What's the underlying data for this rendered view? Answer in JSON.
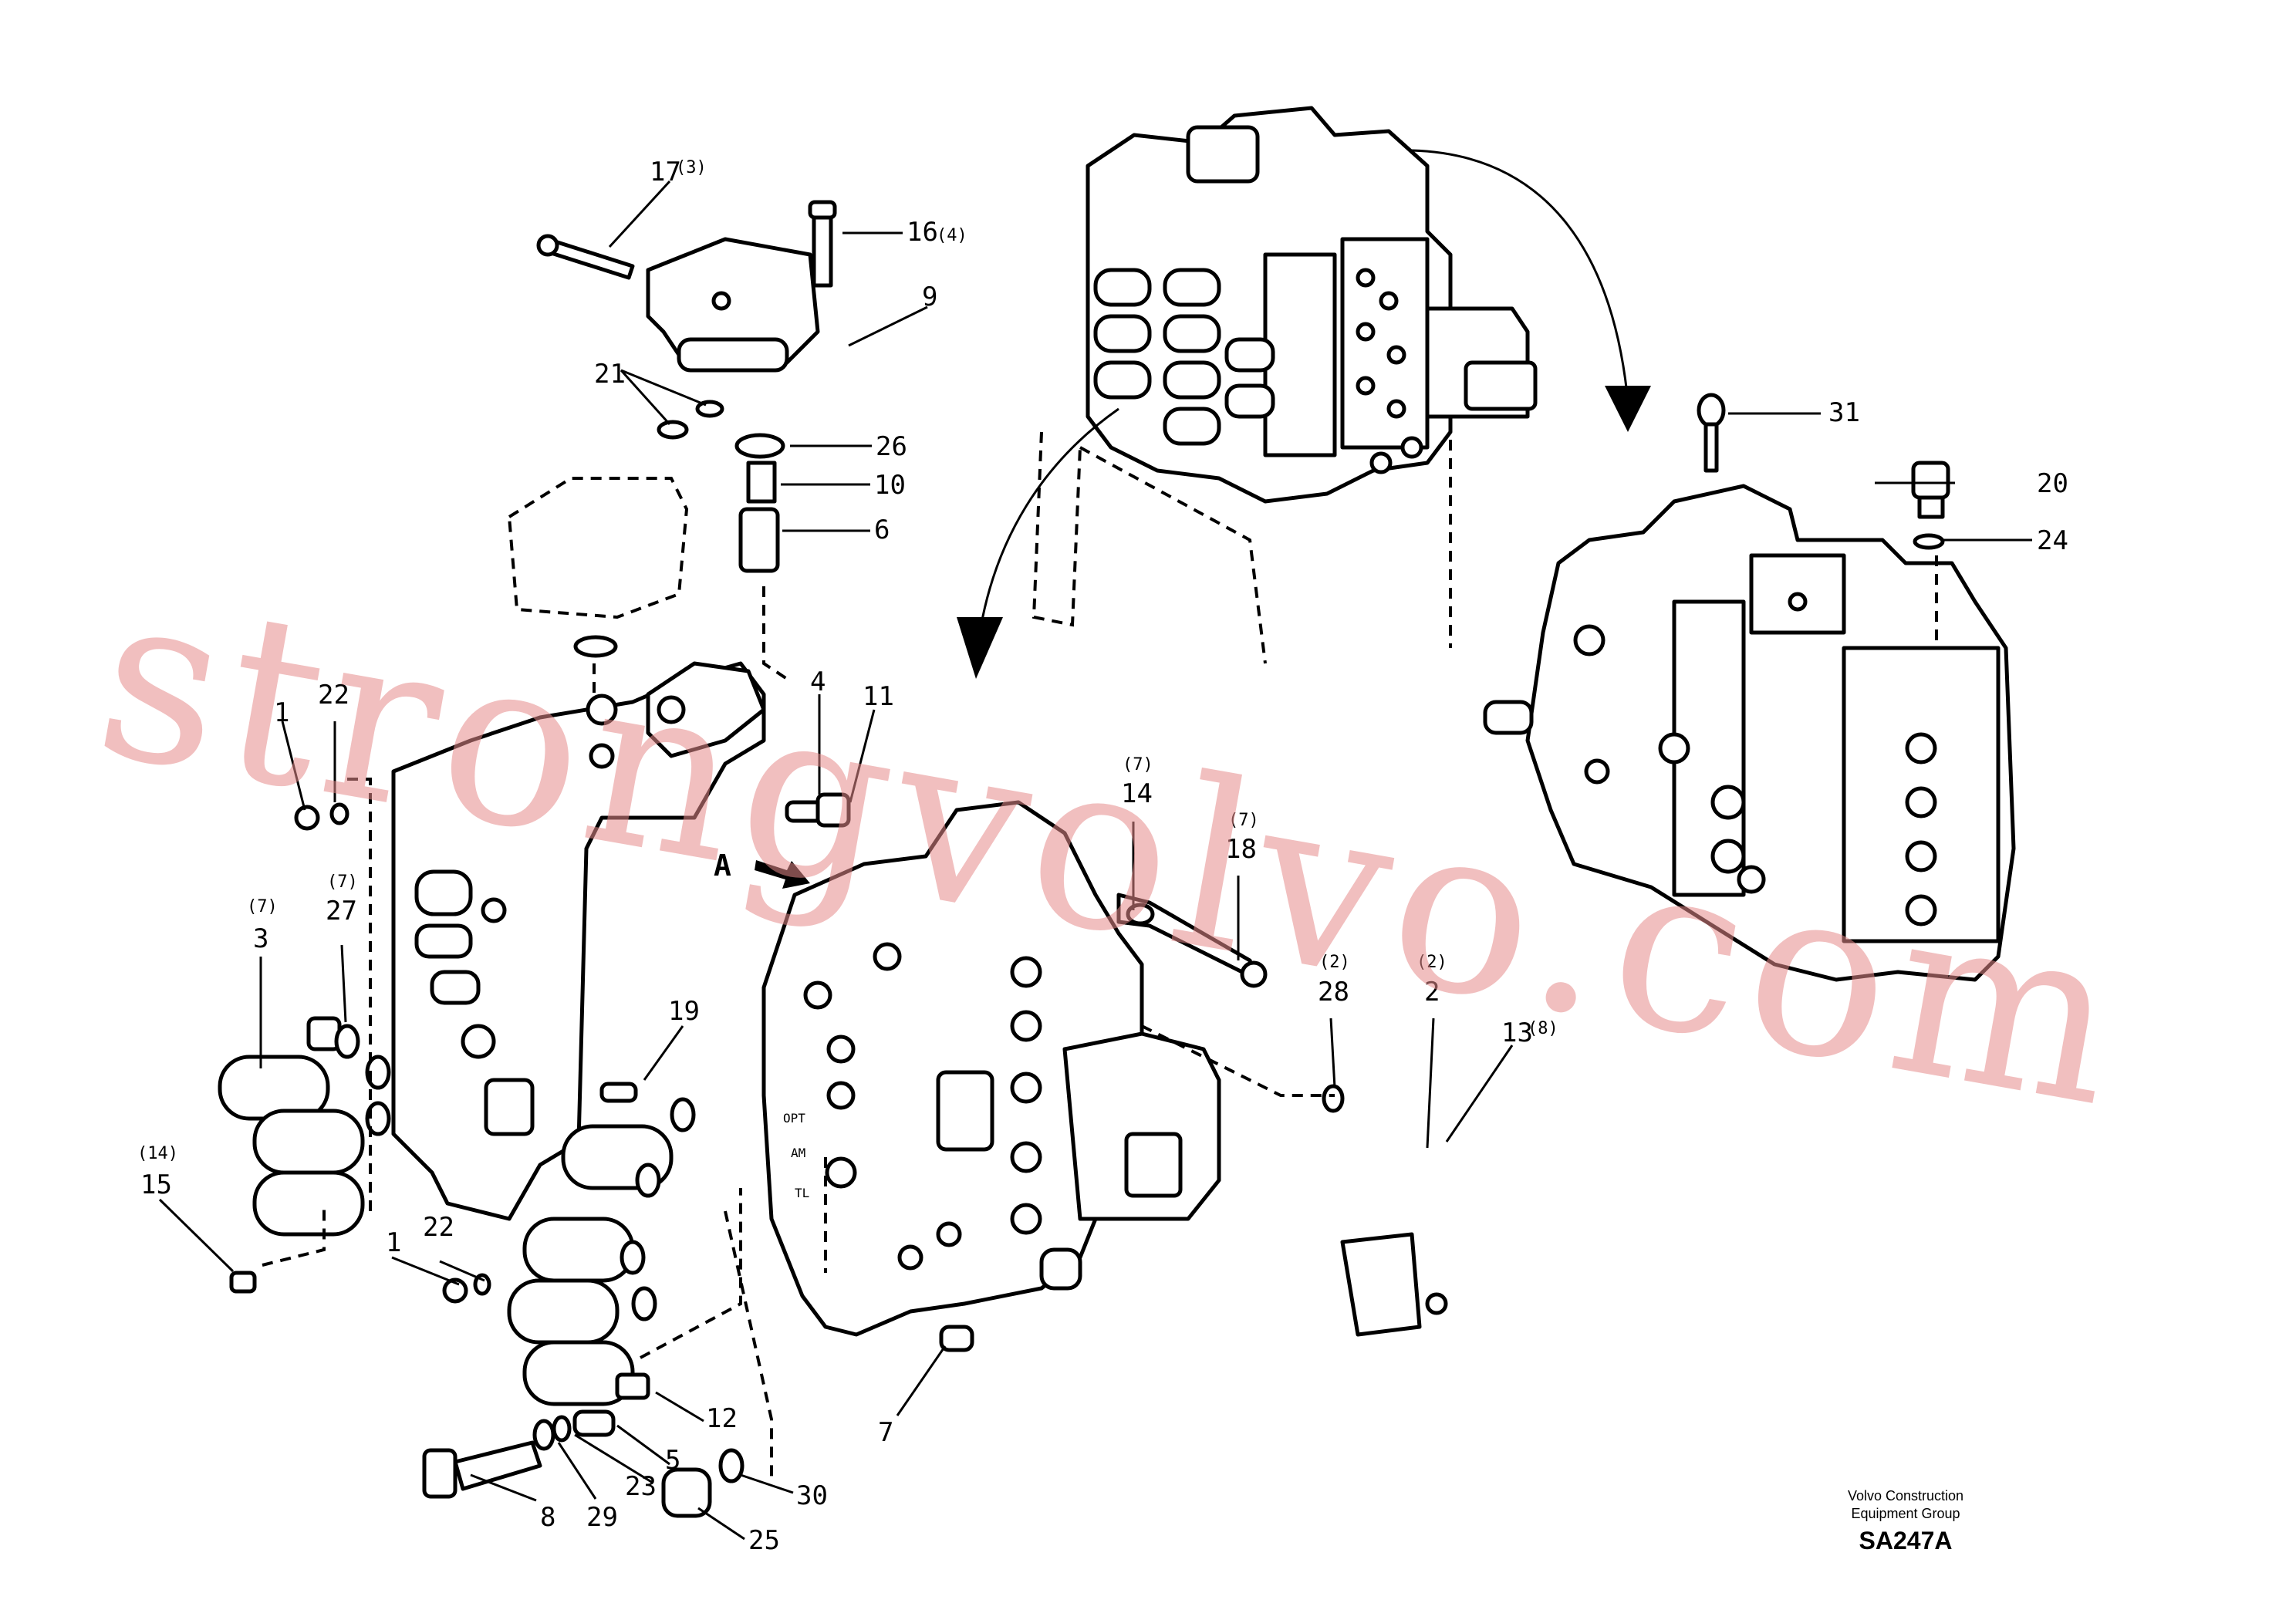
{
  "drawing": {
    "watermark": "strongvolvo.com",
    "view_marker": "A",
    "company_line1": "Volvo Construction",
    "company_line2": "Equipment Group",
    "drawing_code": "SA247A",
    "port_labels": [
      "OPT",
      "AM",
      "TL"
    ]
  },
  "callouts": [
    {
      "num": "17",
      "qty": "(3)"
    },
    {
      "num": "16",
      "qty": "(4)"
    },
    {
      "num": "9",
      "qty": ""
    },
    {
      "num": "21",
      "qty": ""
    },
    {
      "num": "26",
      "qty": ""
    },
    {
      "num": "10",
      "qty": ""
    },
    {
      "num": "6",
      "qty": ""
    },
    {
      "num": "31",
      "qty": ""
    },
    {
      "num": "20",
      "qty": ""
    },
    {
      "num": "24",
      "qty": ""
    },
    {
      "num": "1",
      "qty": ""
    },
    {
      "num": "22",
      "qty": ""
    },
    {
      "num": "4",
      "qty": ""
    },
    {
      "num": "11",
      "qty": ""
    },
    {
      "num": "14",
      "qty": "(7)"
    },
    {
      "num": "18",
      "qty": "(7)"
    },
    {
      "num": "27",
      "qty": "(7)"
    },
    {
      "num": "3",
      "qty": "(7)"
    },
    {
      "num": "19",
      "qty": ""
    },
    {
      "num": "28",
      "qty": "(2)"
    },
    {
      "num": "2",
      "qty": "(2)"
    },
    {
      "num": "13",
      "qty": "(8)"
    },
    {
      "num": "15",
      "qty": "(14)"
    },
    {
      "num": "1",
      "qty": ""
    },
    {
      "num": "22",
      "qty": ""
    },
    {
      "num": "12",
      "qty": ""
    },
    {
      "num": "5",
      "qty": ""
    },
    {
      "num": "23",
      "qty": ""
    },
    {
      "num": "29",
      "qty": ""
    },
    {
      "num": "8",
      "qty": ""
    },
    {
      "num": "7",
      "qty": ""
    },
    {
      "num": "30",
      "qty": ""
    },
    {
      "num": "25",
      "qty": ""
    }
  ]
}
